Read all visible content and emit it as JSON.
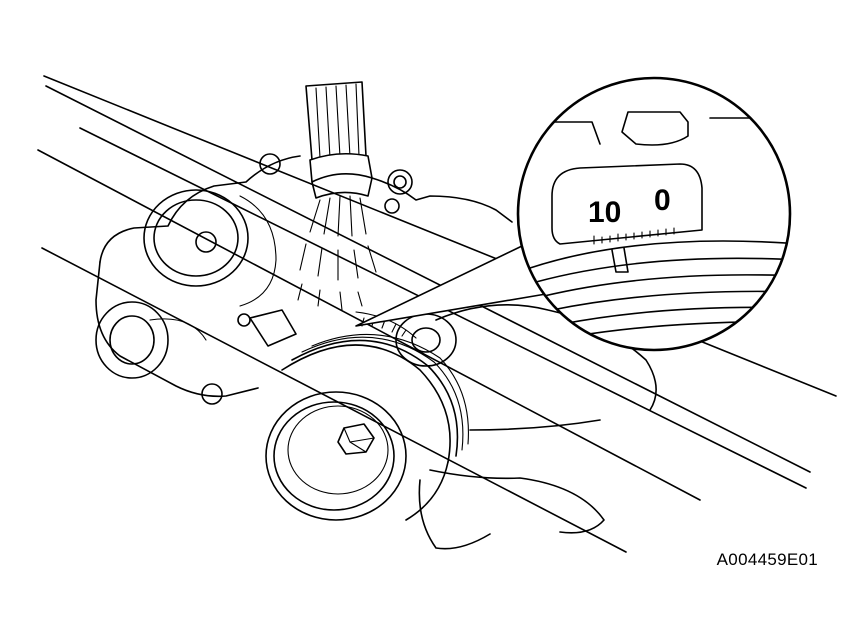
{
  "figure": {
    "code": "A004459E01"
  },
  "timing_scale": {
    "labels": [
      "10",
      "0"
    ]
  }
}
